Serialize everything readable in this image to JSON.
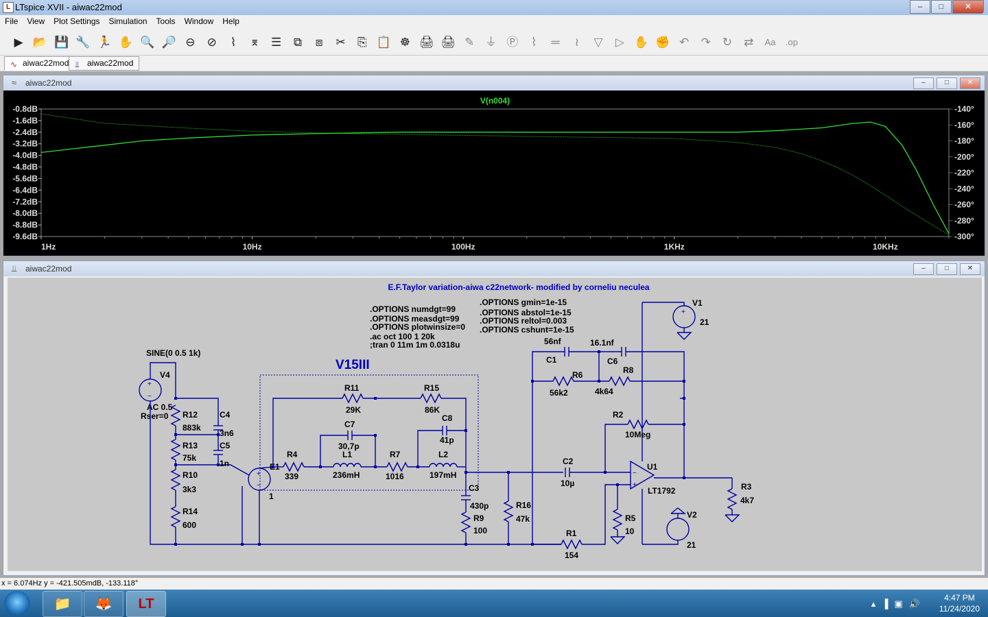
{
  "window": {
    "title": "LTspice XVII - aiwac22mod",
    "icon": "ltspice-icon",
    "minimize": "–",
    "maximize": "□",
    "close": "✕"
  },
  "menu": [
    "File",
    "View",
    "Plot Settings",
    "Simulation",
    "Tools",
    "Window",
    "Help"
  ],
  "toolbar": [
    {
      "name": "run-icon",
      "glyph": "▶"
    },
    {
      "name": "open-folder-icon",
      "glyph": "📂"
    },
    {
      "name": "save-icon",
      "glyph": "💾"
    },
    {
      "name": "control-panel-icon",
      "glyph": "🔧"
    },
    {
      "name": "run-man-icon",
      "glyph": "🏃"
    },
    {
      "name": "pan-hand-icon",
      "glyph": "✋"
    },
    {
      "name": "zoom-in-icon",
      "glyph": "🔍"
    },
    {
      "name": "zoom-area-icon",
      "glyph": "🔎"
    },
    {
      "name": "zoom-out-icon",
      "glyph": "⊖"
    },
    {
      "name": "zoom-cancel-icon",
      "glyph": "⊘"
    },
    {
      "name": "autorange-icon",
      "glyph": "⌇"
    },
    {
      "name": "fft-icon",
      "glyph": "⌆"
    },
    {
      "name": "tile-horizontal-icon",
      "glyph": "☰"
    },
    {
      "name": "cascade-icon",
      "glyph": "⧉"
    },
    {
      "name": "close-all-icon",
      "glyph": "⧈"
    },
    {
      "name": "cut-icon",
      "glyph": "✂"
    },
    {
      "name": "copy-icon",
      "glyph": "⎘"
    },
    {
      "name": "paste-icon",
      "glyph": "📋"
    },
    {
      "name": "find-icon",
      "glyph": "☸"
    },
    {
      "name": "print-icon",
      "glyph": "🖨"
    },
    {
      "name": "print-setup-icon",
      "glyph": "🖨"
    },
    {
      "name": "wire-icon",
      "glyph": "✎"
    },
    {
      "name": "ground-icon",
      "glyph": "⏚"
    },
    {
      "name": "label-net-icon",
      "glyph": "Ⓟ"
    },
    {
      "name": "resistor-icon",
      "glyph": "⌇"
    },
    {
      "name": "capacitor-icon",
      "glyph": "═"
    },
    {
      "name": "inductor-icon",
      "glyph": "≀"
    },
    {
      "name": "diode-icon",
      "glyph": "▽"
    },
    {
      "name": "component-icon",
      "glyph": "▷"
    },
    {
      "name": "move-icon",
      "glyph": "✋"
    },
    {
      "name": "drag-icon",
      "glyph": "✊"
    },
    {
      "name": "undo-icon",
      "glyph": "↶"
    },
    {
      "name": "redo-icon",
      "glyph": "↷"
    },
    {
      "name": "rotate-icon",
      "glyph": "↻"
    },
    {
      "name": "mirror-icon",
      "glyph": "⇄"
    },
    {
      "name": "text-icon",
      "glyph": "Aa"
    },
    {
      "name": "spice-directive-icon",
      "glyph": ".op"
    }
  ],
  "tabs": [
    {
      "label": "aiwac22mod",
      "icon": "waveform-icon",
      "active": true
    },
    {
      "label": "aiwac22mod",
      "icon": "schematic-icon",
      "active": false
    }
  ],
  "plot_pane": {
    "title": "aiwac22mod",
    "trace_label": "V(n004)"
  },
  "schematic_pane": {
    "title": "aiwac22mod"
  },
  "chart_data": {
    "type": "line",
    "title": "V(n004)",
    "x_scale": "log",
    "xlim": [
      1,
      20000
    ],
    "x_ticks": [
      "1Hz",
      "10Hz",
      "100Hz",
      "1KHz",
      "10KHz"
    ],
    "y_left_ticks": [
      "-0.8dB",
      "-1.6dB",
      "-2.4dB",
      "-3.2dB",
      "-4.0dB",
      "-4.8dB",
      "-5.6dB",
      "-6.4dB",
      "-7.2dB",
      "-8.0dB",
      "-8.8dB",
      "-9.6dB"
    ],
    "y_right_ticks": [
      "-140°",
      "-160°",
      "-180°",
      "-200°",
      "-220°",
      "-240°",
      "-260°",
      "-280°",
      "-300°"
    ],
    "ylim_db": [
      -9.6,
      -0.8
    ],
    "ylim_phase": [
      -300,
      -140
    ],
    "background": "#000000",
    "trace_color": "#33dd33",
    "series": [
      {
        "style": "solid",
        "x": [
          1,
          1.5,
          2,
          3,
          5,
          10,
          20,
          50,
          100,
          200,
          500,
          1000,
          2000,
          3000,
          5000,
          7000,
          8500,
          10000,
          12000,
          14000,
          17000,
          20000
        ],
        "y_db": [
          -3.8,
          -3.5,
          -3.3,
          -3.0,
          -2.8,
          -2.6,
          -2.5,
          -2.4,
          -2.4,
          -2.4,
          -2.4,
          -2.4,
          -2.4,
          -2.3,
          -2.1,
          -1.8,
          -1.7,
          -2.0,
          -3.3,
          -5.0,
          -7.5,
          -9.4
        ]
      },
      {
        "style": "dotted",
        "x": [
          1,
          2,
          5,
          10,
          30,
          100,
          300,
          1000,
          2000,
          3000,
          4000,
          5000,
          6000,
          7000,
          8000,
          10000,
          12000,
          15000,
          20000
        ],
        "y_phase": [
          -146,
          -158,
          -164,
          -168,
          -171,
          -173,
          -175,
          -177,
          -182,
          -188,
          -196,
          -205,
          -214,
          -223,
          -232,
          -248,
          -262,
          -278,
          -298
        ]
      }
    ]
  },
  "schematic": {
    "title": "E.F.Taylor variation-aiwa c22network- modified by corneliu neculea",
    "directives_a": [
      ".OPTIONS numdgt=99",
      ".OPTIONS measdgt=99",
      ".OPTIONS plotwinsize=0",
      " .ac oct 100 1 20k",
      ";tran 0 11m 1m 0.0318u"
    ],
    "directives_b": [
      ".OPTIONS gmin=1e-15",
      ".OPTIONS abstol=1e-15",
      " .OPTIONS reltol=0.003",
      ".OPTIONS cshunt=1e-15"
    ],
    "block_label": "V15III",
    "source_text": "SINE(0 0.5 1k)",
    "labels": {
      "V4": "V4",
      "AC": "AC 0.5",
      "Rser": "Rser=0",
      "R12": "R12",
      "R12v": "883k",
      "C4": "C4",
      "C4v": "3n6",
      "R13": "R13",
      "R13v": "75k",
      "C5": "C5",
      "C5v": "1n",
      "R10": "R10",
      "R10v": "3k3",
      "R14": "R14",
      "R14v": "600",
      "E1": "E1",
      "E1g": "1",
      "R4": "R4",
      "R4v": "339",
      "R11": "R11",
      "R11v": "29K",
      "R15": "R15",
      "R15v": "86K",
      "C7": "C7",
      "C7v": "30,7p",
      "L1": "L1",
      "L1v": "236mH",
      "R7": "R7",
      "R7v": "1016",
      "C8": "C8",
      "C8v": "41p",
      "L2": "L2",
      "L2v": "197mH",
      "C3": "C3",
      "C3v": "430p",
      "R9": "R9",
      "R9v": "100",
      "R16": "R16",
      "R16v": "47k",
      "C1": "C1",
      "C1v": "56nf",
      "R6": "R6",
      "R6v": "56k2",
      "C6": "C6",
      "C6v": "16.1nf",
      "R8": "R8",
      "R8v": "4k64",
      "R2": "R2",
      "R2v": "10Meg",
      "C2": "C2",
      "C2v": "10µ",
      "U1": "U1",
      "U1v": "LT1792",
      "R1": "R1",
      "R1v": "154",
      "R5": "R5",
      "R5v": "10",
      "V1": "V1",
      "V1v": "21",
      "V2": "V2",
      "V2v": "21",
      "R3": "R3",
      "R3v": "4k7"
    }
  },
  "status": {
    "text": "x = 6.074Hz   y = -421.505mdB, -133.118°"
  },
  "taskbar": {
    "time": "4:47 PM",
    "date": "11/24/2020"
  },
  "colors": {
    "wire": "#0000a0",
    "schematic_bg": "#c8c8c8",
    "plot_bg": "#000000",
    "trace": "#33dd33"
  }
}
